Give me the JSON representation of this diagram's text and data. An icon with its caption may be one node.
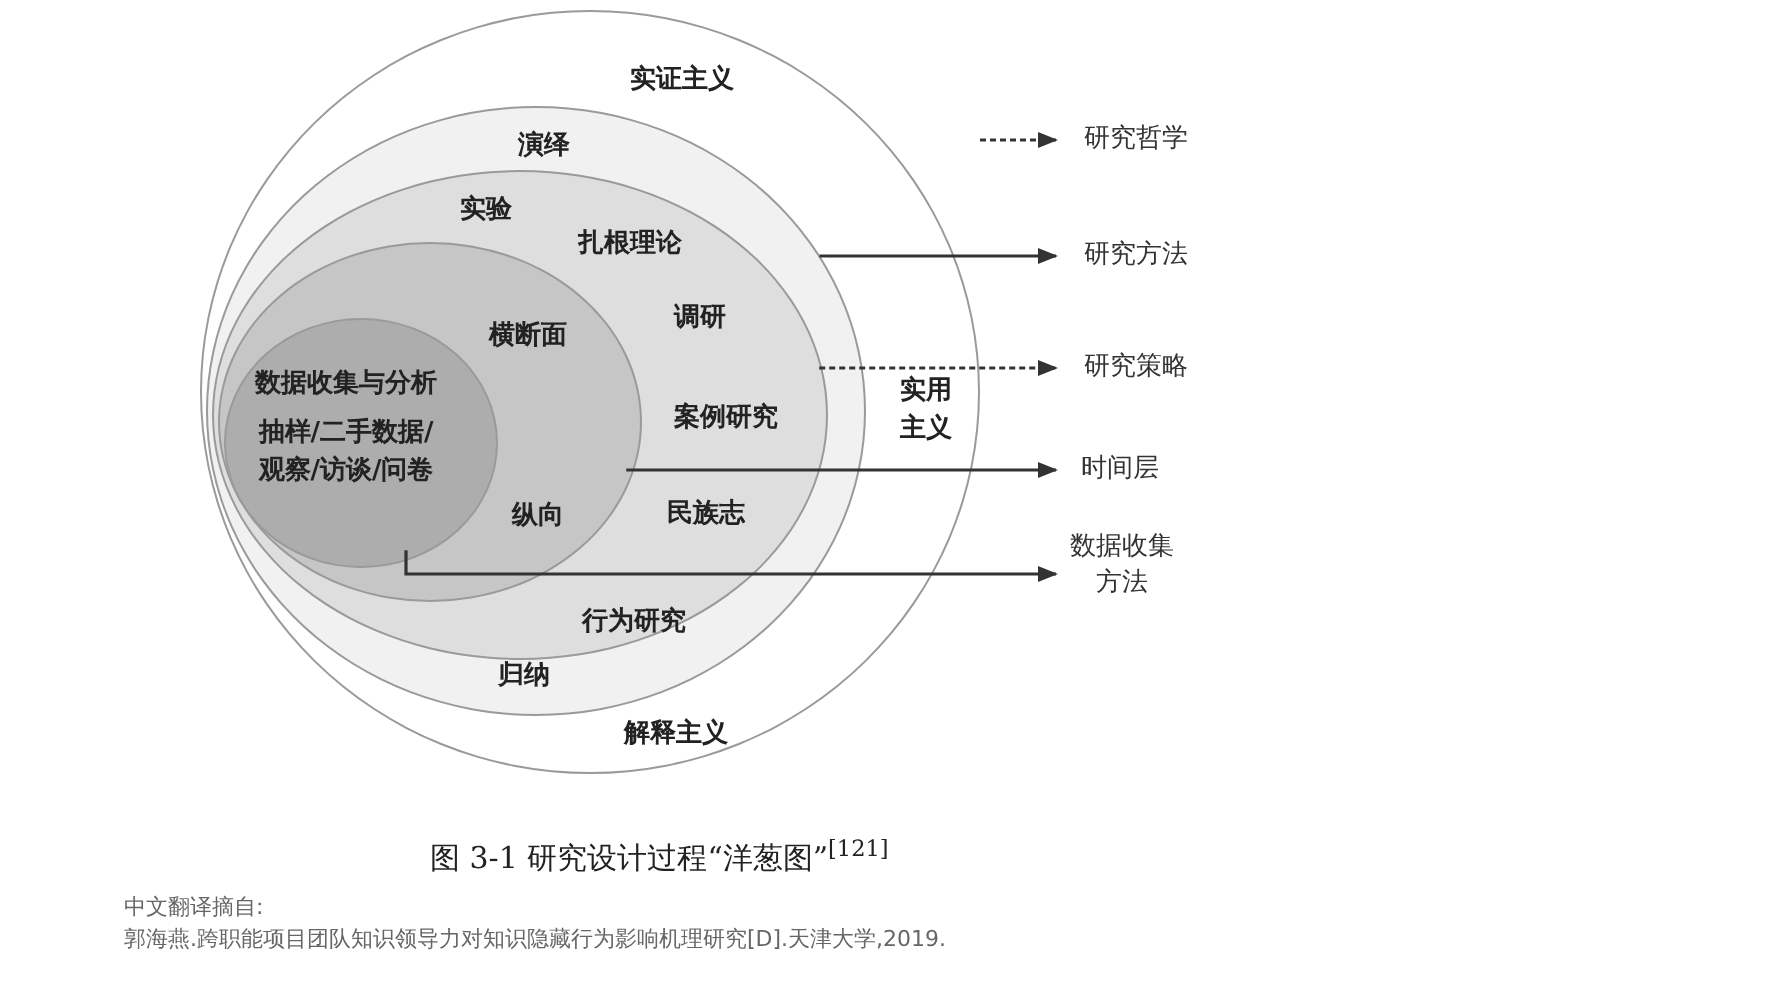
{
  "diagram": {
    "caption": "图 3-1  研究设计过程“洋葱图”$^{[121]}$",
    "nodes": [
      {
        "text": [
          "实证主义",
          "实用主义",
          "解释主义"
        ]
      },
      {
        "text": [
          "演绎",
          "归纳"
        ],
        "in": 0
      },
      {
        "text": [
          "实验",
          "扎根理论",
          "调研",
          "案例研究",
          "民族志",
          "行为研究"
        ],
        "in": 1
      },
      {
        "text": [
          "横断面",
          "纵向"
        ],
        "in": 2
      },
      {
        "text": [
          "数据收集与分析",
          "抽样/二手数据/观察/访谈/问卷"
        ],
        "in": 3
      },
      {
        "text": [
          "研究哲学"
        ]
      },
      {
        "text": [
          "研究方法"
        ]
      },
      {
        "text": [
          "研究策略"
        ]
      },
      {
        "text": [
          "时间层"
        ]
      },
      {
        "text": [
          "数据收集方法"
        ]
      }
    ],
    "edges": [
      {
        "from": 0,
        "to": 5,
        "arrow": "to",
        "style": "dashed"
      },
      {
        "from": 1,
        "to": 6,
        "arrow": "to"
      },
      {
        "from": 2,
        "to": 7,
        "arrow": "to",
        "style": "dashed"
      },
      {
        "from": 3,
        "to": 8,
        "arrow": "to"
      },
      {
        "from": 4,
        "to": 9,
        "arrow": "to"
      }
    ],
    "labels": [
      "中文翻译摘自:",
      "郭海燕.跨职能项目团队知识领导力对知识隐藏行为影响机理研究[D].天津大学,2019."
    ]
  }
}
